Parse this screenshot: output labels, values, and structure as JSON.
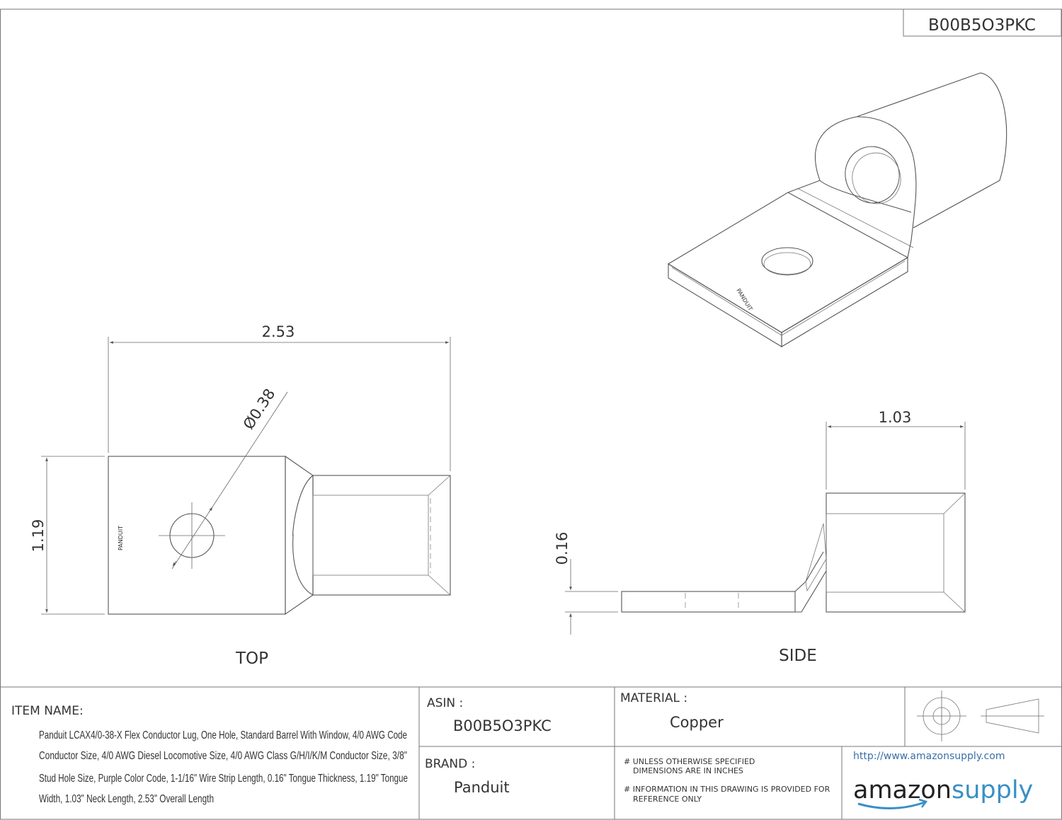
{
  "part_number": "B00B5O3PKC",
  "views": {
    "top": {
      "label": "TOP",
      "dim_overall_length": "2.53",
      "dim_width": "1.19",
      "dim_hole": "Ø0.38",
      "stamp": "PANDUIT"
    },
    "side": {
      "label": "SIDE",
      "dim_neck_length": "1.03",
      "dim_thickness": "0.16"
    },
    "iso": {
      "stamp": "PANDUIT"
    }
  },
  "title_block": {
    "item_name_label": "ITEM NAME:",
    "item_name_lines": [
      "Panduit LCAX4/0-38-X Flex Conductor Lug, One Hole, Standard Barrel With Window, 4/0 AWG Code",
      "Conductor Size, 4/0 AWG Diesel Locomotive Size, 4/0 AWG Class G/H/I/K/M Conductor Size, 3/8\"",
      "Stud Hole Size, Purple Color Code, 1-1/16\" Wire Strip Length, 0.16\" Tongue Thickness, 1.19\" Tongue",
      "Width, 1.03\" Neck Length, 2.53\" Overall Length"
    ],
    "asin_label": "ASIN :",
    "asin_value": "B00B5O3PKC",
    "brand_label": "BRAND :",
    "brand_value": "Panduit",
    "material_label": "MATERIAL :",
    "material_value": "Copper",
    "note_1_line_1": "# UNLESS OTHERWISE SPECIFIED",
    "note_1_line_2": "DIMENSIONS ARE IN INCHES",
    "note_2_line_1": "# INFORMATION IN THIS DRAWING IS PROVIDED FOR",
    "note_2_line_2": "REFERENCE ONLY",
    "url": "http://www.amazonsupply.com",
    "logo_part_1": "amazon",
    "logo_part_2": "supply"
  },
  "colors": {
    "line": "#555555",
    "logo_blue": "#3a8fc5",
    "logo_dark": "#222222"
  }
}
